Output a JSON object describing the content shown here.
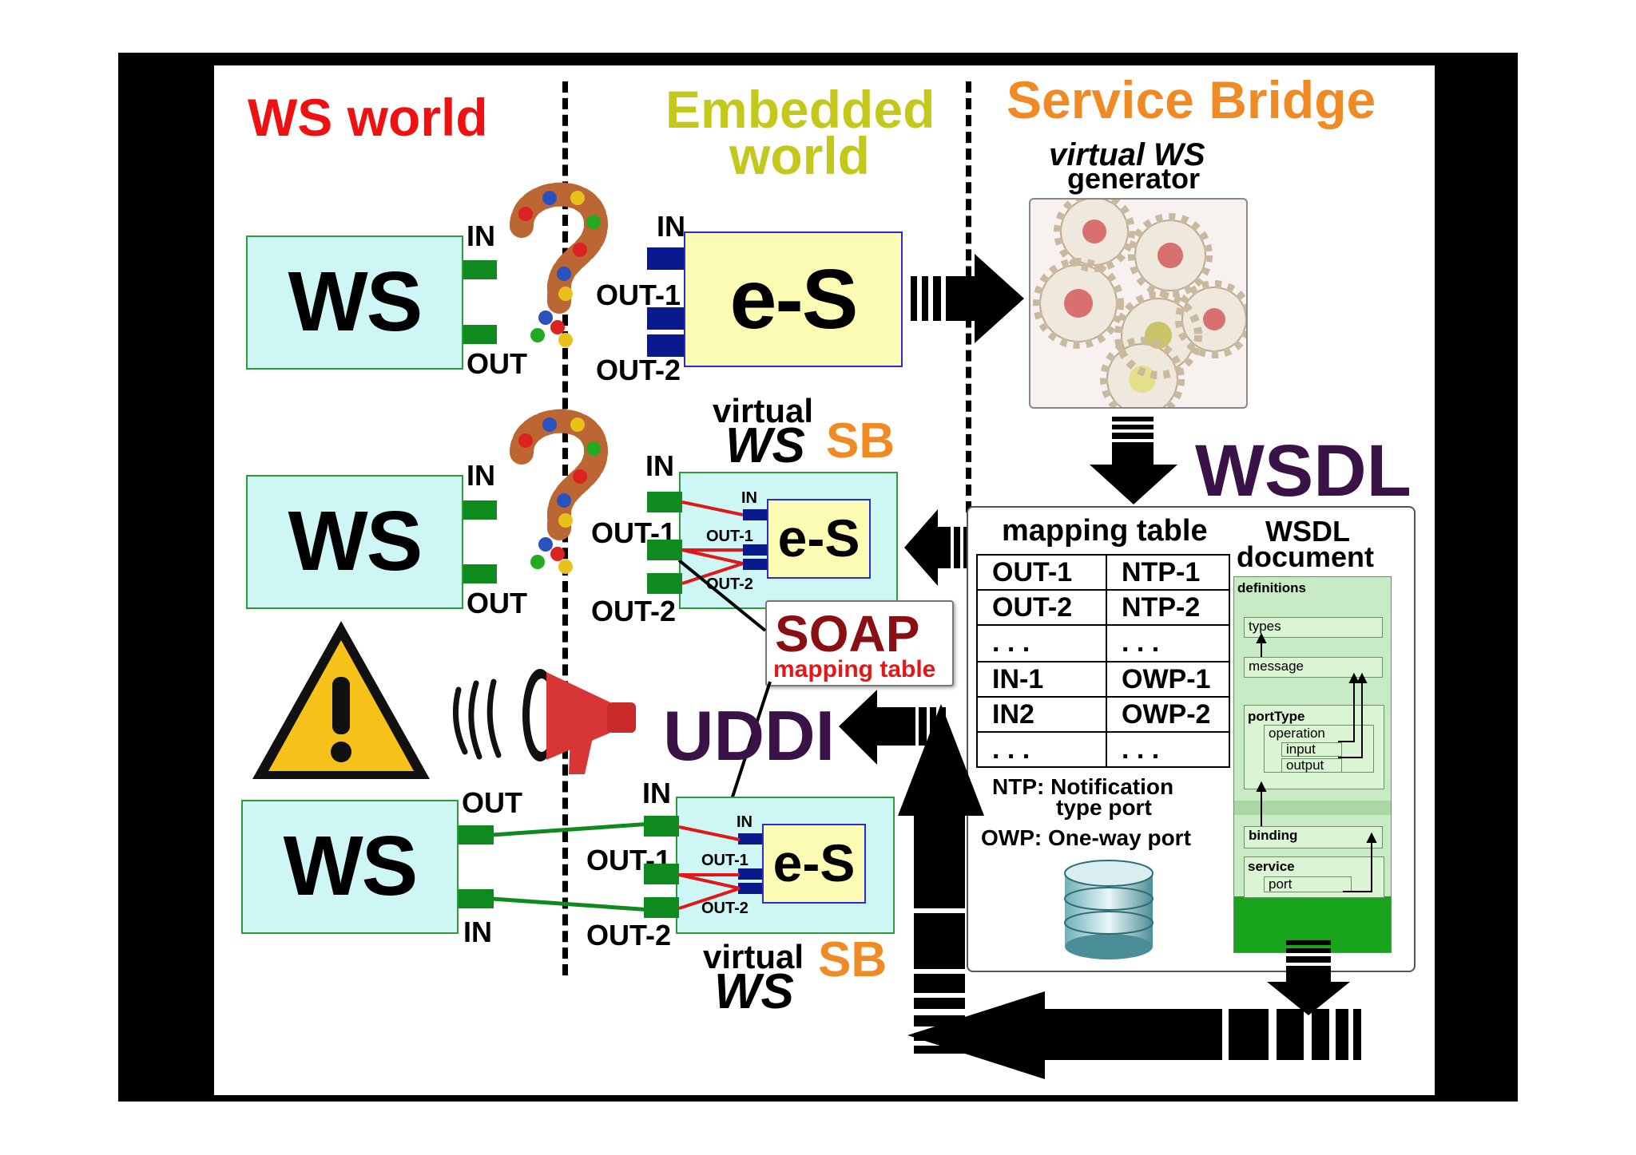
{
  "headers": {
    "ws_world": "WS world",
    "embedded_world": [
      "Embedded",
      "world"
    ],
    "service_bridge": "Service Bridge"
  },
  "generator": {
    "line1": "virtual WS",
    "line2": "generator"
  },
  "ws_label": "WS",
  "es_label": "e-S",
  "ports": {
    "in": "IN",
    "out": "OUT",
    "out1": "OUT-1",
    "out2": "OUT-2"
  },
  "virtual_ws_sb": {
    "virtual": "virtual",
    "ws": "WS",
    "sb": "SB"
  },
  "wsdl_title": "WSDL",
  "soap": {
    "title": "SOAP",
    "subtitle": "mapping table"
  },
  "uddi": "UDDI",
  "mapping_table": {
    "title": "mapping table",
    "rows": [
      [
        "OUT-1",
        "NTP-1"
      ],
      [
        "OUT-2",
        "NTP-2"
      ],
      [
        ". . .",
        ". . ."
      ],
      [
        "IN-1",
        "OWP-1"
      ],
      [
        "IN2",
        "OWP-2"
      ],
      [
        ". . .",
        ". . ."
      ]
    ]
  },
  "legend": {
    "ntp_line1": "NTP: Notification",
    "ntp_line2": "type port",
    "owp": "OWP: One-way port"
  },
  "wsdl_document": {
    "title_line1": "WSDL",
    "title_line2": "document",
    "definitions": "definitions",
    "types": "types",
    "message": "message",
    "porttype": "portType",
    "operation": "operation",
    "input": "input",
    "output": "output",
    "binding": "binding",
    "service": "service",
    "port": "port"
  },
  "colors": {
    "ws_world": "#ee1111",
    "embedded_world": "#c4c81a",
    "service_bridge": "#f08a24",
    "wsdl": "#3a1247",
    "uddi": "#3a1247",
    "soap": "#8a0f12",
    "ws_box": "#cdf6f4",
    "es_box": "#fbfbb3",
    "port_green": "#0f8a1e",
    "port_blue": "#0a1a8c"
  },
  "icons": [
    "question-crowd-icon",
    "gears-icon",
    "warning-icon",
    "megaphone-icon",
    "database-icon",
    "arrow-icon"
  ]
}
